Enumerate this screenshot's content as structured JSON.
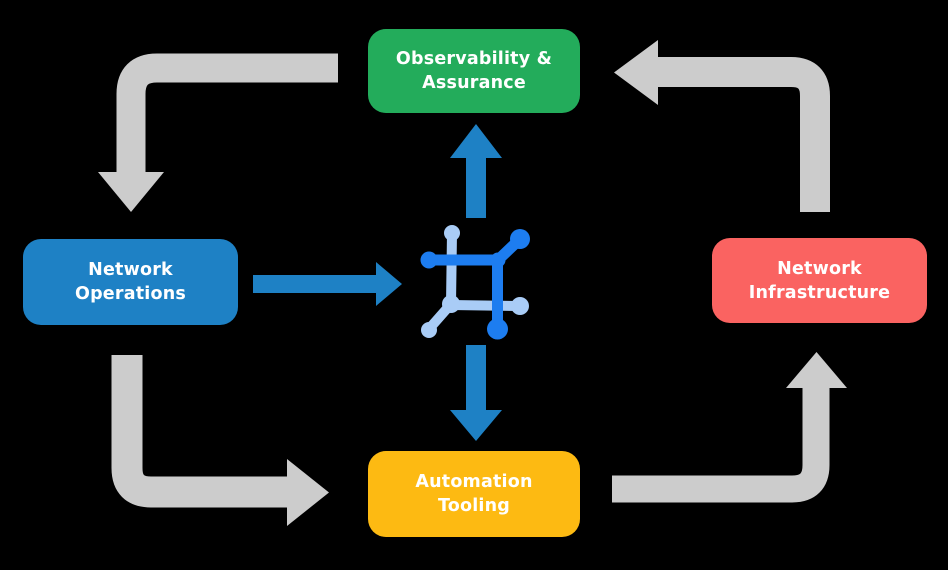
{
  "nodes": {
    "observability": {
      "lines": [
        "Observability &",
        "Assurance"
      ],
      "color": "#23AC5B"
    },
    "operations": {
      "lines": [
        "Network",
        "Operations"
      ],
      "color": "#1E81C5"
    },
    "infrastructure": {
      "lines": [
        "Network",
        "Infrastructure"
      ],
      "color": "#FA6361"
    },
    "automation": {
      "lines": [
        "Automation",
        "Tooling"
      ],
      "color": "#FDBA12"
    }
  },
  "colors": {
    "background": "#000000",
    "arrow_gray": "#CCCCCC",
    "arrow_blue": "#1E81C5",
    "icon_dark_blue": "#1D7DF0",
    "icon_light_blue": "#A9CCF6",
    "text": "#FFFFFF"
  },
  "icons": {
    "center": "network-mesh-icon"
  }
}
